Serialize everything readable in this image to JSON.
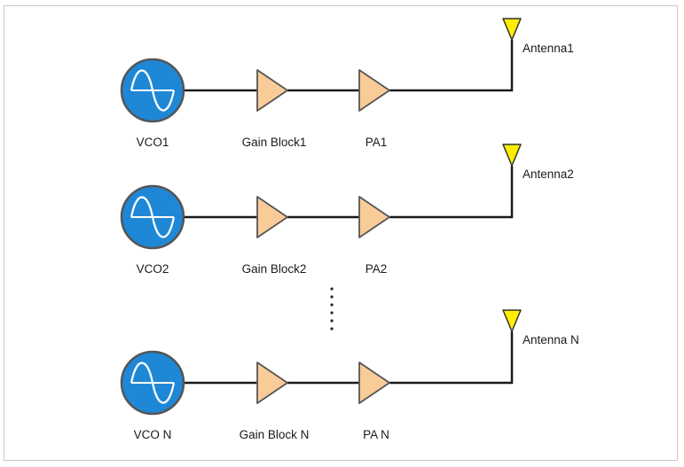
{
  "colors": {
    "vco_fill": "#1e88d7",
    "vco_stroke": "#555555",
    "amp_fill": "#f9cb98",
    "amp_stroke": "#555555",
    "antenna_fill": "#ffee00",
    "line": "#1a1a1a"
  },
  "icons": {
    "vco": "sine-wave-oscillator-icon",
    "amplifier": "triangle-amplifier-icon",
    "antenna": "antenna-icon"
  },
  "chains": [
    {
      "vco": "VCO1",
      "gain": "Gain Block1",
      "pa": "PA1",
      "antenna": "Antenna1"
    },
    {
      "vco": "VCO2",
      "gain": "Gain Block2",
      "pa": "PA2",
      "antenna": "Antenna2"
    },
    {
      "vco": "VCO N",
      "gain": "Gain Block N",
      "pa": "PA N",
      "antenna": "Antenna N"
    }
  ]
}
